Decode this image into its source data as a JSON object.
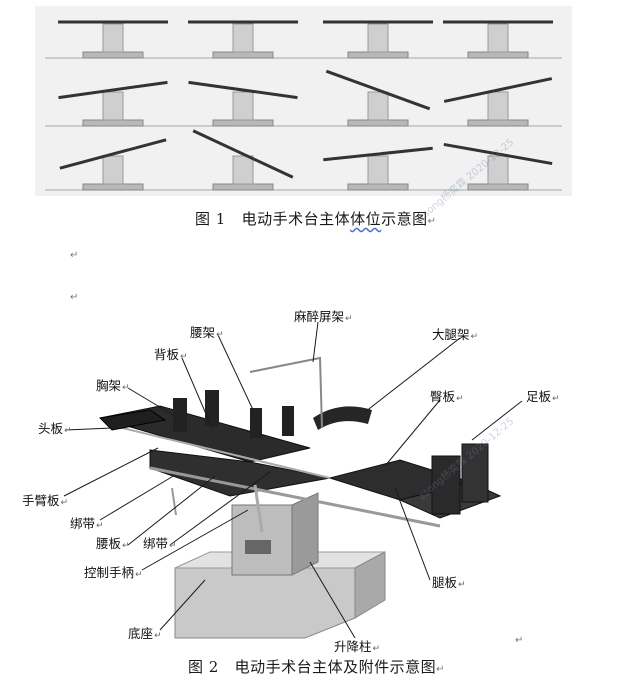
{
  "figure1": {
    "caption_prefix": "图 1",
    "caption_text_a": "电动手术台主体",
    "caption_text_b": "体位",
    "caption_text_c": "示意图",
    "caption_mark": "↵",
    "watermark": "zsong杨奕霖 2020-12-25"
  },
  "blank_marks": [
    "↵",
    "↵"
  ],
  "figure2": {
    "labels": {
      "anesthesia_frame": "麻醉屏架",
      "waist_frame": "腰架",
      "thigh_frame": "大腿架",
      "back_board": "背板",
      "chest_frame": "胸架",
      "hip_board": "臀板",
      "foot_board": "足板",
      "head_board": "头板",
      "arm_board": "手臂板",
      "strap_left": "绑带",
      "waist_board": "腰板",
      "strap_right": "绑带",
      "control_handle": "控制手柄",
      "leg_board": "腿板",
      "base": "底座",
      "lift_column": "升降柱"
    },
    "label_mark": "↵",
    "watermark": "zsong杨奕霖 2020-12-25",
    "caption_prefix": "图 2",
    "caption_text": "电动手术台主体及附件示意图",
    "caption_mark": "↵",
    "tail_mark": "↵"
  }
}
